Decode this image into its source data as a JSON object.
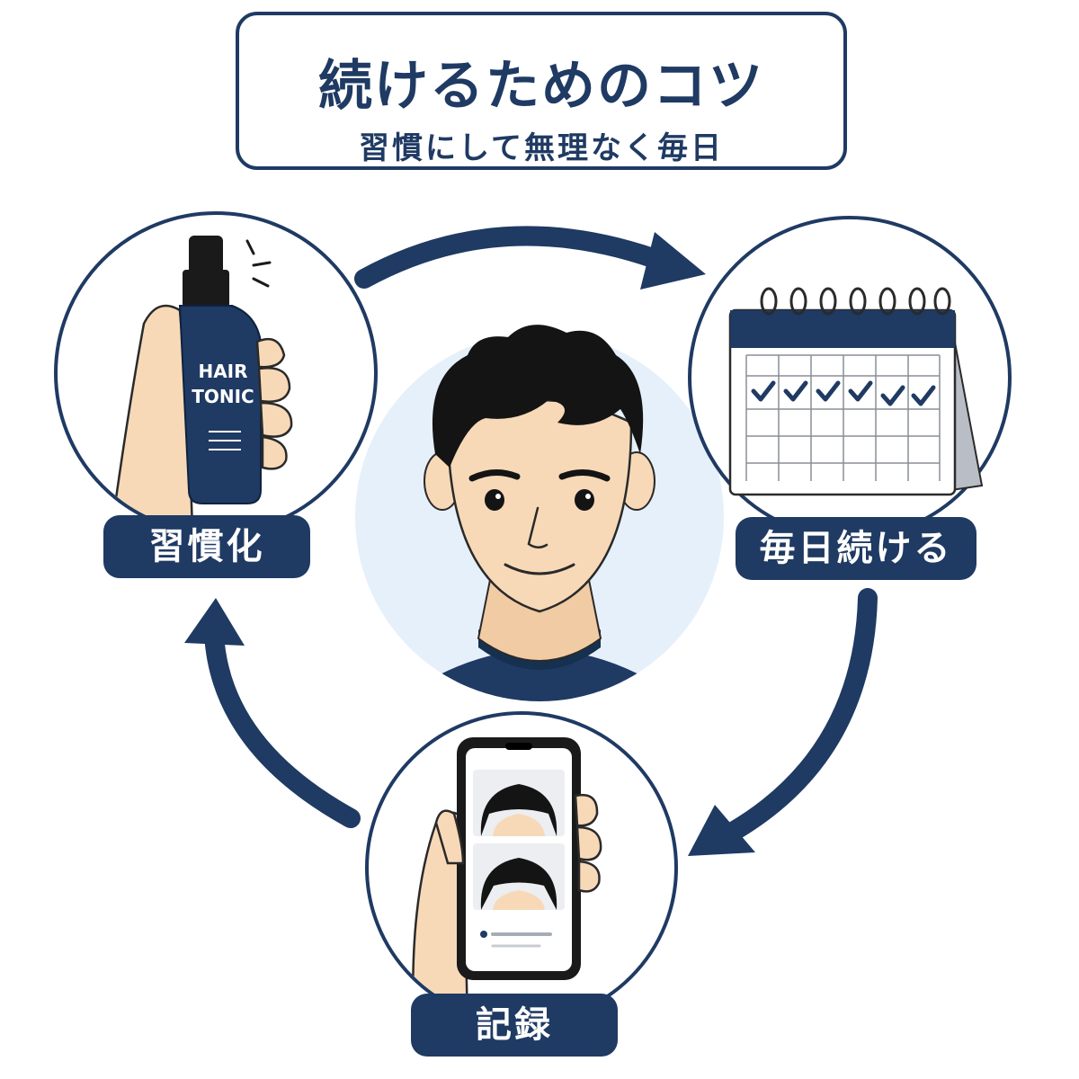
{
  "header": {
    "title": "続けるためのコツ",
    "subtitle": "習慣にして無理なく毎日"
  },
  "steps": [
    {
      "label": "習慣化",
      "icon": "hair-tonic-bottle-icon"
    },
    {
      "label": "毎日続ける",
      "icon": "calendar-icon"
    },
    {
      "label": "記録",
      "icon": "smartphone-photo-icon"
    }
  ],
  "center": {
    "icon": "smiling-man-portrait"
  },
  "bottle": {
    "line1": "HAIR",
    "line2": "TONIC"
  },
  "colors": {
    "navy": "#1f3a63",
    "skin": "#f7d9b8",
    "light_blue": "#e6f0fb",
    "hair": "#141414"
  }
}
